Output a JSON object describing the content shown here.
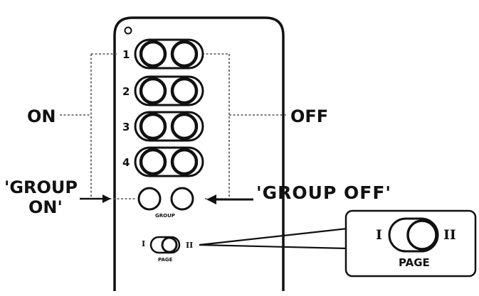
{
  "remote": {
    "rows": [
      {
        "number": "1"
      },
      {
        "number": "2"
      },
      {
        "number": "3"
      },
      {
        "number": "4"
      }
    ],
    "group_label": "GROUP",
    "page_switch": {
      "left": "I",
      "right": "II",
      "label": "PAGE"
    }
  },
  "callouts": {
    "on": "ON",
    "off": "OFF",
    "group_on_line1": "'GROUP",
    "group_on_line2": "ON'",
    "group_off": "'GROUP OFF'"
  },
  "zoom": {
    "left": "I",
    "right": "II",
    "label": "PAGE"
  },
  "colors": {
    "ink": "#111111",
    "background": "#ffffff",
    "dotted_line": "#555555"
  }
}
